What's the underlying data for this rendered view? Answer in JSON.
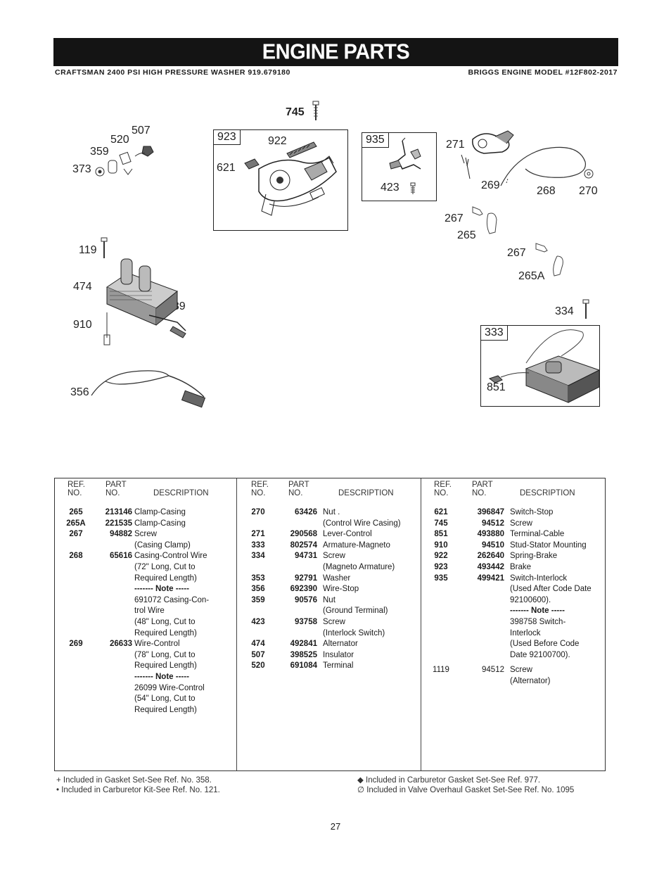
{
  "header": {
    "title": "ENGINE PARTS",
    "left_caption": "CRAFTSMAN 2400 PSI HIGH PRESSURE WASHER 919.679180",
    "right_caption": "BRIGGS ENGINE MODEL #12F802-2017"
  },
  "diagram": {
    "callouts": {
      "c507": "507",
      "c520": "520",
      "c359": "359",
      "c373": "373",
      "c745": "745",
      "c923": "923",
      "c922": "922",
      "c621": "621",
      "c935": "935",
      "c423": "423",
      "c271": "271",
      "c269": "269",
      "c268": "268",
      "c270": "270",
      "c267a": "267",
      "c265": "265",
      "c267b": "267",
      "c265A": "265A",
      "c119": "119",
      "c474": "474",
      "c789": "789",
      "c910": "910",
      "c356": "356",
      "c334": "334",
      "c333": "333",
      "c851": "851"
    },
    "icons": [
      "terminal-icon",
      "nut-icon",
      "brake-icon",
      "switch-stop-icon",
      "lever-control-icon",
      "wire-control-icon",
      "alternator-icon",
      "wire-stop-icon",
      "armature-magneto-icon",
      "screw-icon",
      "clamp-casing-icon"
    ]
  },
  "table": {
    "headers": {
      "ref": "REF.",
      "no": "NO.",
      "part": "PART",
      "desc": "DESCRIPTION"
    },
    "columns": [
      [
        {
          "ref": "265",
          "part": "213146",
          "lines": [
            "Clamp-Casing"
          ]
        },
        {
          "ref": "265A",
          "part": "221535",
          "lines": [
            "Clamp-Casing"
          ]
        },
        {
          "ref": "267",
          "part": "94882",
          "lines": [
            "Screw",
            "(Casing Clamp)"
          ]
        },
        {
          "ref": "268",
          "part": "65616",
          "lines": [
            "Casing-Control Wire",
            "(72\" Long, Cut to",
            "Required Length)",
            "------- Note -----",
            "691072 Casing-Con-",
            "trol Wire",
            "(48\" Long, Cut to",
            "Required Length)"
          ]
        },
        {
          "ref": "269",
          "part": "26633",
          "lines": [
            "Wire-Control",
            "(78\" Long, Cut to",
            "Required Length)",
            "------- Note -----",
            "26099 Wire-Control",
            "(54\" Long, Cut to",
            "Required Length)"
          ]
        }
      ],
      [
        {
          "ref": "270",
          "part": "63426",
          "lines": [
            "Nut .",
            "(Control Wire Casing)"
          ]
        },
        {
          "ref": "271",
          "part": "290568",
          "lines": [
            "Lever-Control"
          ]
        },
        {
          "ref": "333",
          "part": "802574",
          "lines": [
            "Armature-Magneto"
          ]
        },
        {
          "ref": "334",
          "part": "94731",
          "lines": [
            "Screw",
            "(Magneto Armature)"
          ]
        },
        {
          "ref": "353",
          "part": "92791",
          "lines": [
            "Washer"
          ]
        },
        {
          "ref": "356",
          "part": "692390",
          "lines": [
            "Wire-Stop"
          ]
        },
        {
          "ref": "359",
          "part": "90576",
          "lines": [
            "Nut",
            "(Ground Terminal)"
          ]
        },
        {
          "ref": "423",
          "part": "93758",
          "lines": [
            "Screw",
            "(Interlock Switch)"
          ]
        },
        {
          "ref": "474",
          "part": "492841",
          "lines": [
            "Alternator"
          ]
        },
        {
          "ref": "507",
          "part": "398525",
          "lines": [
            "Insulator"
          ]
        },
        {
          "ref": "520",
          "part": "691084",
          "lines": [
            "Terminal"
          ]
        }
      ],
      [
        {
          "ref": "621",
          "part": "396847",
          "lines": [
            "Switch-Stop"
          ]
        },
        {
          "ref": "745",
          "part": "94512",
          "lines": [
            "Screw"
          ]
        },
        {
          "ref": "851",
          "part": "493880",
          "lines": [
            "Terminal-Cable"
          ]
        },
        {
          "ref": "910",
          "part": "94510",
          "lines": [
            "Stud-Stator Mounting"
          ]
        },
        {
          "ref": "922",
          "part": "262640",
          "lines": [
            "Spring-Brake"
          ]
        },
        {
          "ref": "923",
          "part": "493442",
          "lines": [
            "Brake"
          ]
        },
        {
          "ref": "935",
          "part": "499421",
          "lines": [
            "Switch-Interlock",
            "(Used After Code Date",
            "92100600).",
            "------- Note -----",
            "398758 Switch-",
            "Interlock",
            "(Used Before Code",
            "Date 92100700)."
          ]
        },
        {
          "ref": "1119",
          "part": "94512",
          "lines": [
            "Screw",
            "(Alternator)"
          ]
        }
      ]
    ]
  },
  "footnotes": {
    "left": [
      "+ Included in Gasket Set-See Ref. No. 358.",
      "• Included in Carburetor Kit-See Ref. No. 121."
    ],
    "right": [
      "◆ Included in Carburetor Gasket Set-See Ref. 977.",
      "∅ Included in Valve Overhaul Gasket Set-See Ref. No. 1095"
    ]
  },
  "page_number": "27"
}
